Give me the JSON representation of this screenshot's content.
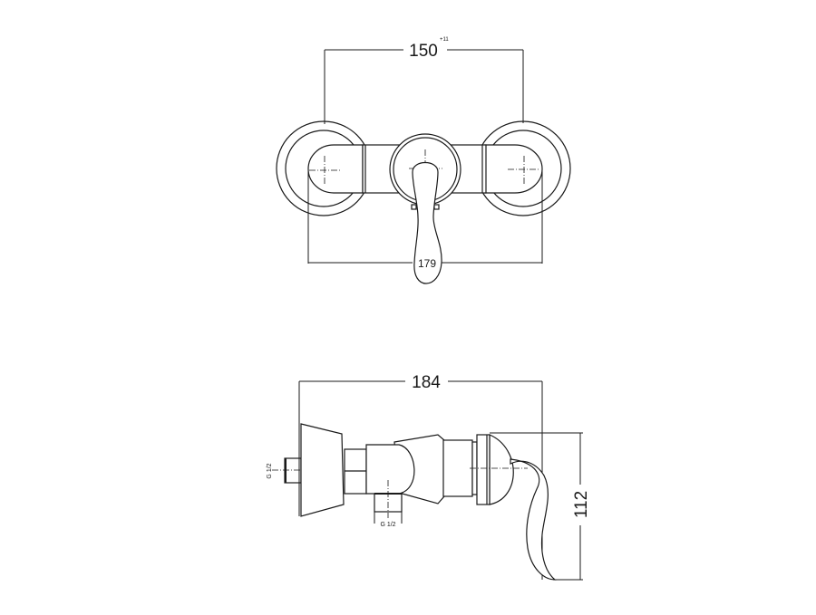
{
  "front_view": {
    "dim_centers": "150",
    "dim_centers_tolerance": "+11",
    "dim_overall_width": "179"
  },
  "side_view": {
    "dim_depth": "184",
    "dim_height": "112",
    "inlet_thread": "G 1/2",
    "outlet_thread": "G 1/2"
  }
}
